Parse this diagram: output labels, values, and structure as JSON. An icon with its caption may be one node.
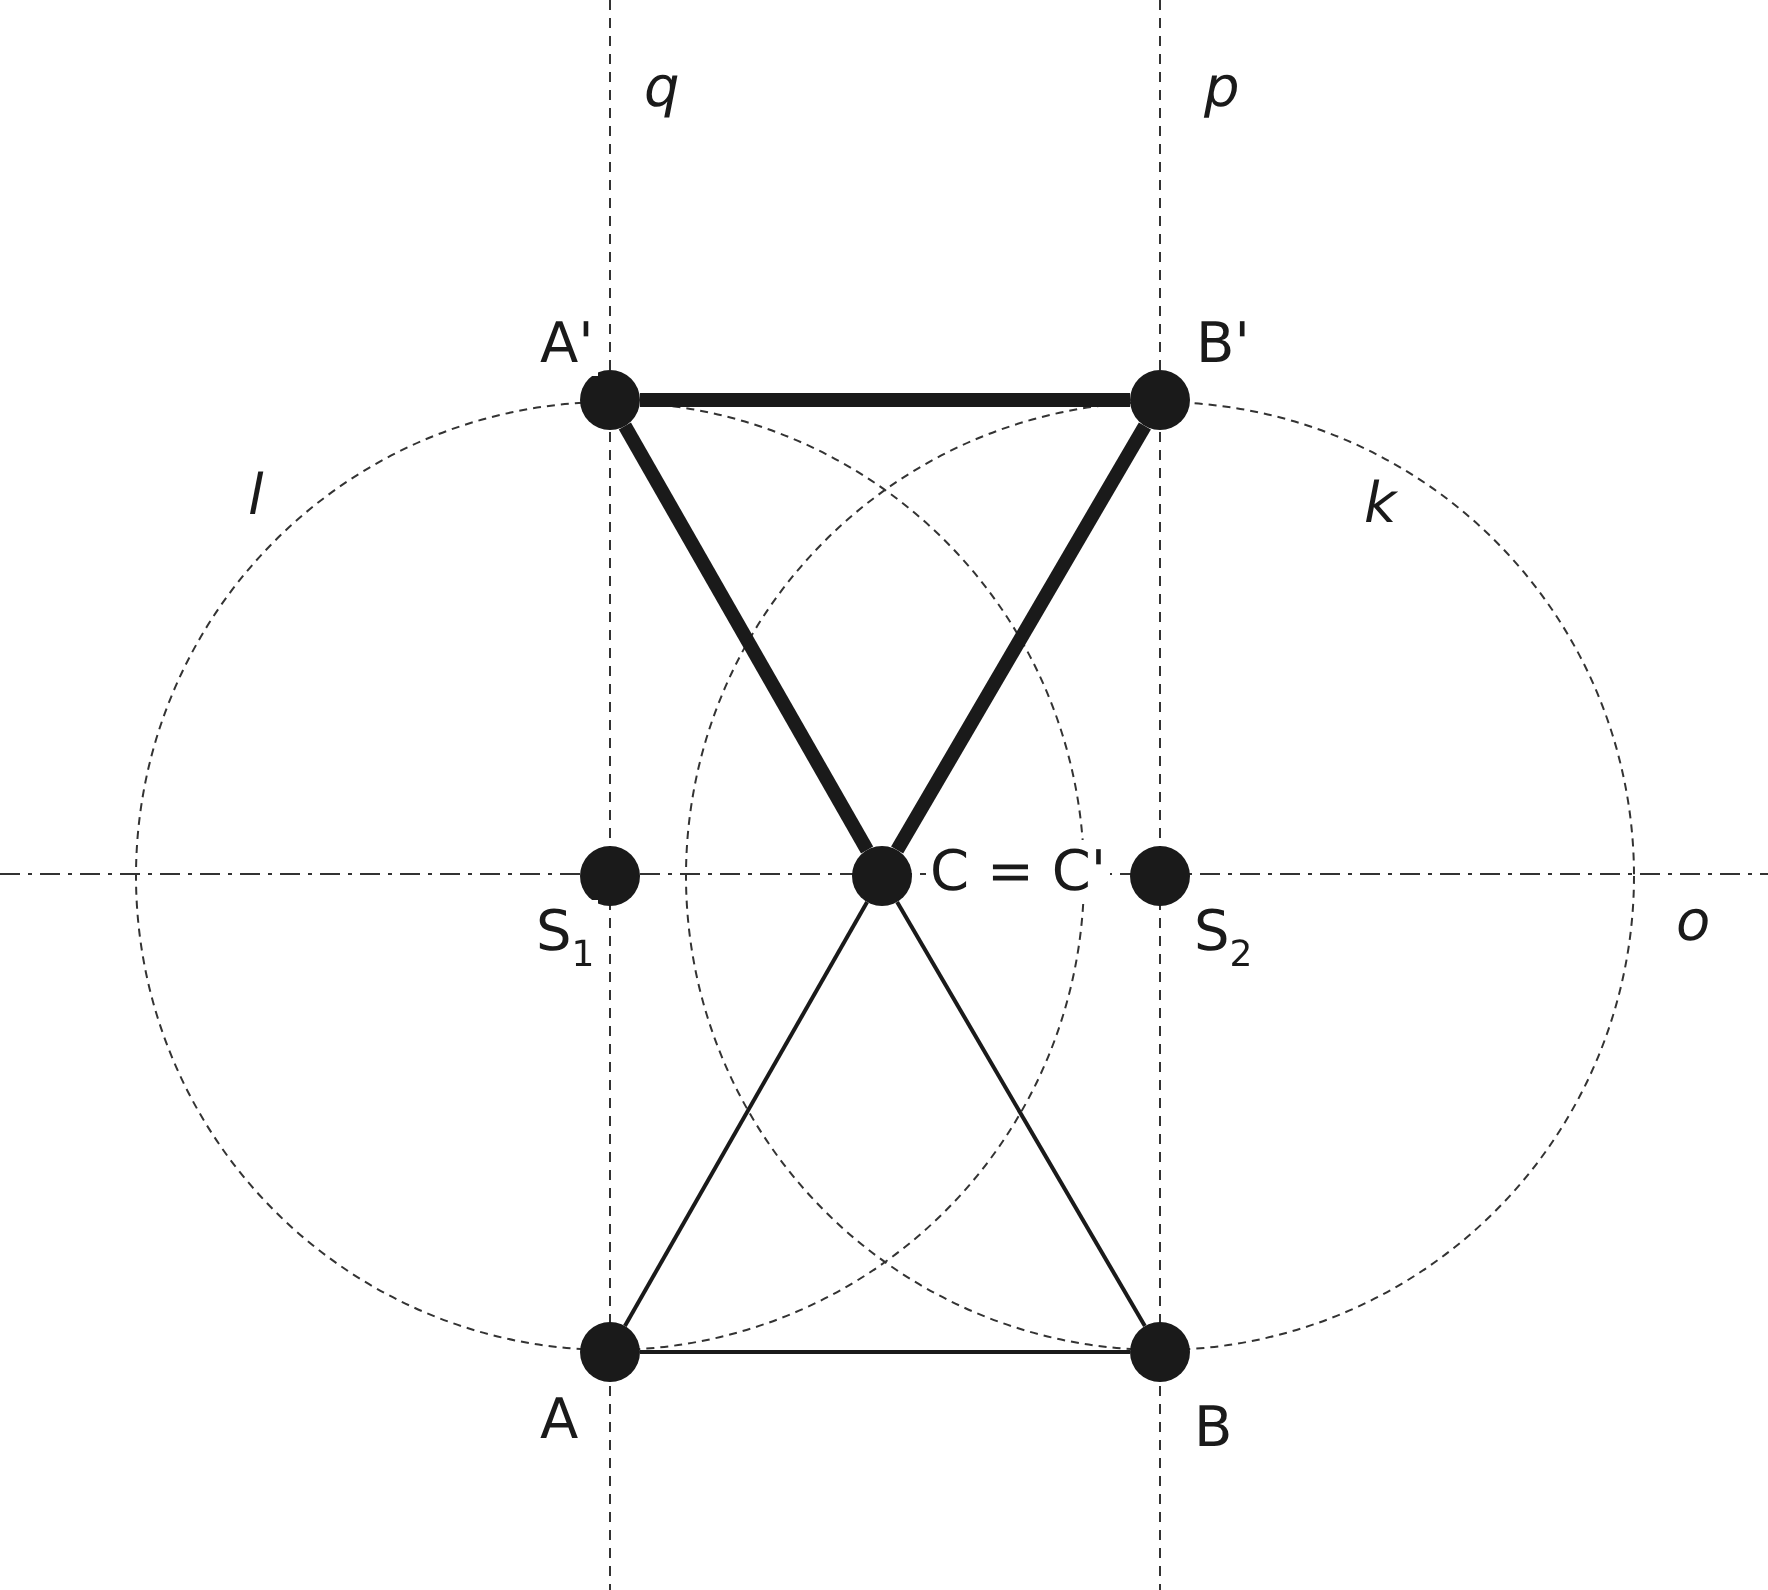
{
  "diagram": {
    "nodes": [
      {
        "text": [],
        "shape": "circle",
        "beside": [
          "A'"
        ]
      },
      {
        "text": [],
        "shape": "circle",
        "beside": [
          "B'"
        ]
      },
      {
        "text": [],
        "shape": "circle",
        "beside": [
          "C = C'"
        ]
      },
      {
        "text": [],
        "shape": "circle",
        "beside": [
          "S$_{1}$"
        ]
      },
      {
        "text": [],
        "shape": "circle",
        "beside": [
          "S$_{2}$"
        ]
      },
      {
        "text": [],
        "shape": "circle",
        "beside": [
          "A"
        ]
      },
      {
        "text": [],
        "shape": "circle",
        "beside": [
          "B"
        ]
      }
    ],
    "edges": [
      {
        "from": 0,
        "to": 1,
        "arrow": "none",
        "style": "thick"
      },
      {
        "from": 0,
        "to": 2,
        "arrow": "none",
        "style": "thick"
      },
      {
        "from": 1,
        "to": 2,
        "arrow": "none",
        "style": "thick"
      },
      {
        "from": 5,
        "to": 6,
        "arrow": "none"
      },
      {
        "from": 5,
        "to": 2,
        "arrow": "none"
      },
      {
        "from": 6,
        "to": 2,
        "arrow": "none"
      }
    ],
    "labels": [
      "q",
      "p",
      "l",
      "k",
      "o"
    ]
  }
}
